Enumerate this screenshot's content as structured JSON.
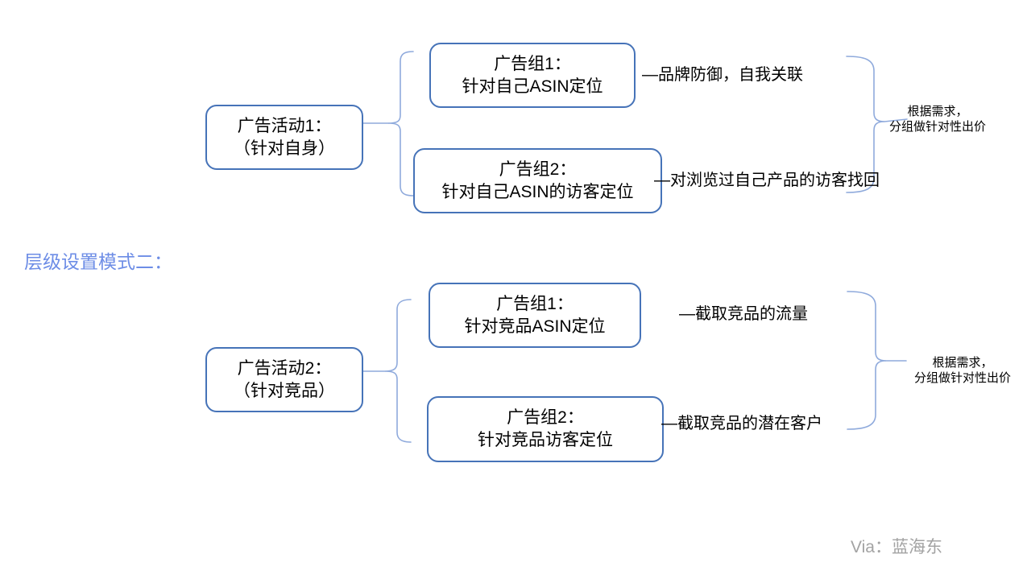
{
  "title": "层级设置模式二：",
  "watermark": "Via：蓝海东",
  "colors": {
    "box_border": "#4673b8",
    "brace_line": "#8faadc",
    "title_blue": "#6d8de6",
    "watermark_gray": "#a3a3a3",
    "text": "#000000",
    "background": "#ffffff"
  },
  "sections": [
    {
      "campaign": {
        "line1": "广告活动1：",
        "line2": "（针对自身）"
      },
      "groups": [
        {
          "line1": "广告组1：",
          "line2": "针对自己ASIN定位",
          "note": "—品牌防御，自我关联"
        },
        {
          "line1": "广告组2：",
          "line2": "针对自己ASIN的访客定位",
          "note": "—对浏览过自己产品的访客找回"
        }
      ],
      "brace_note": {
        "line1": "根据需求，",
        "line2": "分组做针对性出价"
      }
    },
    {
      "campaign": {
        "line1": "广告活动2：",
        "line2": "（针对竞品）"
      },
      "groups": [
        {
          "line1": "广告组1：",
          "line2": "针对竞品ASIN定位",
          "note": "—截取竞品的流量"
        },
        {
          "line1": "广告组2：",
          "line2": "针对竞品访客定位",
          "note": "—截取竞品的潜在客户"
        }
      ],
      "brace_note": {
        "line1": "根据需求，",
        "line2": "分组做针对性出价"
      }
    }
  ]
}
